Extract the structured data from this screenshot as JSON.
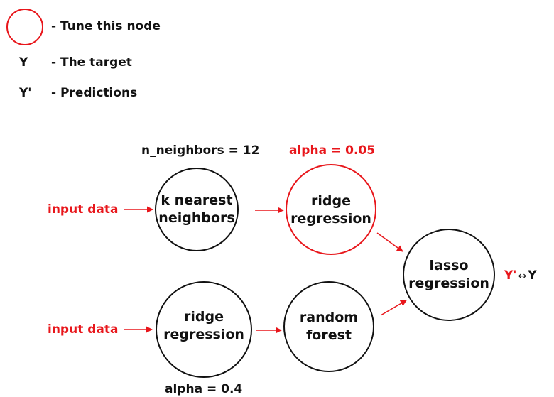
{
  "legend": {
    "tune_label": "- Tune this node",
    "target_symbol": "Y",
    "target_label": "-  The target",
    "pred_symbol": "Y'",
    "pred_label": "-  Predictions"
  },
  "colors": {
    "accent": "#e8161b",
    "ink": "#111111"
  },
  "nodes": {
    "knn": {
      "line1": "k nearest",
      "line2": "neighbors",
      "param": "n_neighbors = 12"
    },
    "ridge_top": {
      "line1": "ridge",
      "line2": "regression",
      "param": "alpha = 0.05",
      "tuned": true
    },
    "ridge_bottom": {
      "line1": "ridge",
      "line2": "regression",
      "param": "alpha = 0.4"
    },
    "forest": {
      "line1": "random",
      "line2": "forest"
    },
    "lasso": {
      "line1": "lasso",
      "line2": "regression"
    }
  },
  "inputs": {
    "top": "input data",
    "bottom": "input data"
  },
  "output": {
    "prediction": "Y'",
    "arrow": "↔",
    "target": "Y"
  }
}
